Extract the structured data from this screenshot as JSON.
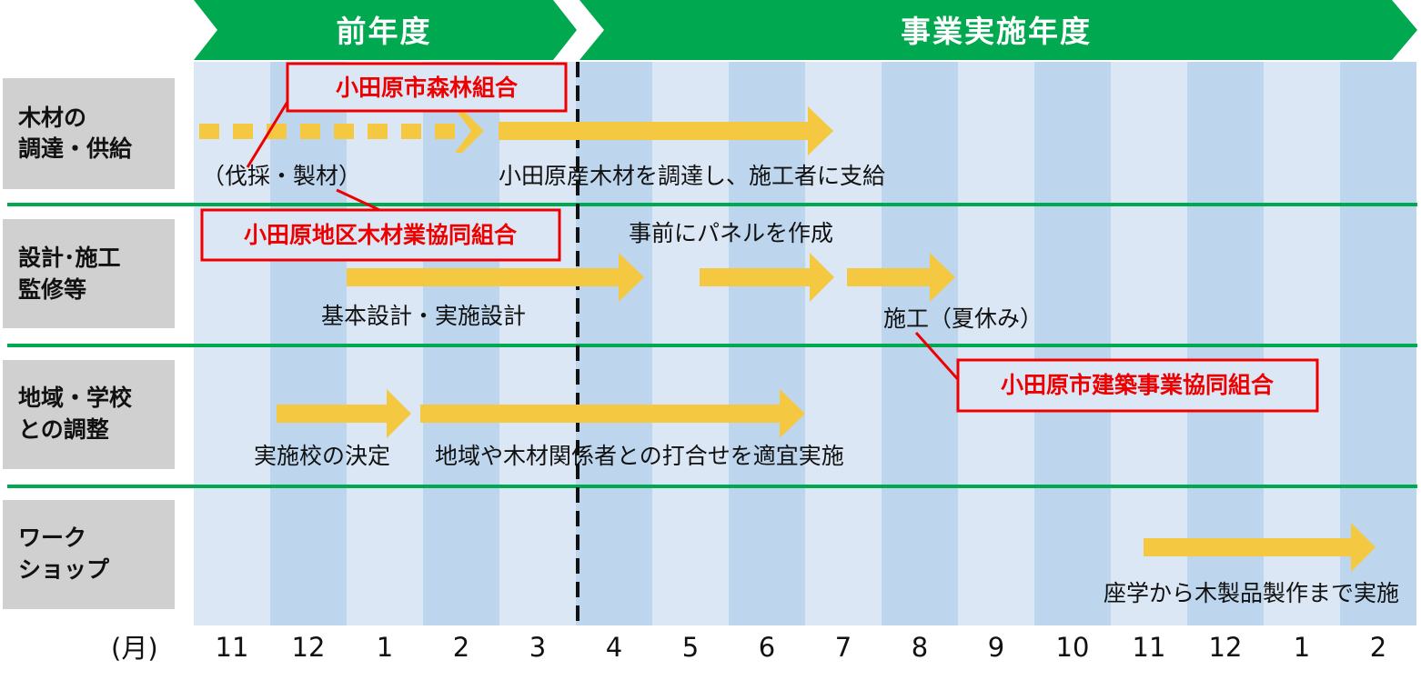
{
  "phases": {
    "previous_year": "前年度",
    "implementation_year": "事業実施年度"
  },
  "rows": [
    {
      "line1": "木材の",
      "line2": "調達・供給"
    },
    {
      "line1": "設計･施工",
      "line2": "監修等"
    },
    {
      "line1": "地域・学校",
      "line2": "との調整"
    },
    {
      "line1": "ワーク",
      "line2": "ショップ"
    }
  ],
  "months": [
    "11",
    "12",
    "1",
    "2",
    "3",
    "4",
    "5",
    "6",
    "7",
    "8",
    "9",
    "10",
    "11",
    "12",
    "1",
    "2"
  ],
  "month_unit": "(月)",
  "organizations": {
    "forest_coop": "小田原市森林組合",
    "timber_coop": "小田原地区木材業協同組合",
    "construction_coop": "小田原市建築事業協同組合"
  },
  "notes": {
    "logging": "（伐採・製材）",
    "supply": "小田原産木材を調達し、施工者に支給",
    "panels": "事前にパネルを作成",
    "design": "基本設計・実施設計",
    "construction": "施工（夏休み）",
    "school_decision": "実施校の決定",
    "meetings": "地域や木材関係者との打合せを適宜実施",
    "workshop": "座学から木製品製作まで実施"
  },
  "colors": {
    "phase_header": "#00a84f",
    "row_divider": "#00a84f",
    "column_light": "#dbe7f4",
    "column_dark": "#bdd6ee",
    "row_label_bg": "#d0d0d0",
    "arrow": "#f5c842",
    "highlight_box": "#ee0000"
  }
}
